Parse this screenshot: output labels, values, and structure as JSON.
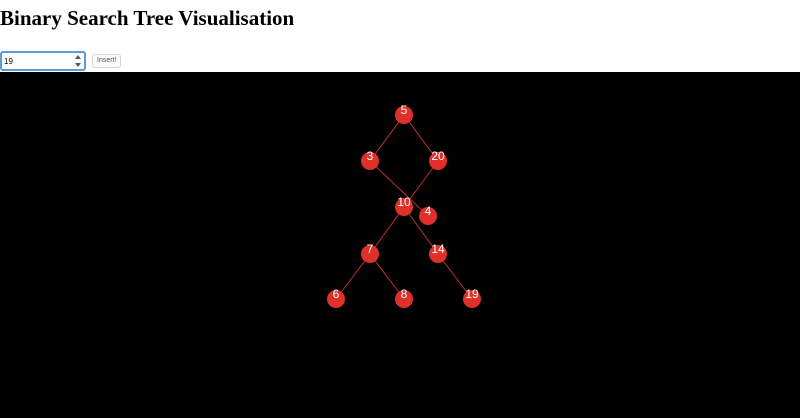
{
  "page": {
    "title": "Binary Search Tree Visualisation"
  },
  "controls": {
    "input_value": "19",
    "insert_label": "Insert!"
  },
  "tree": {
    "node_color": "#e0302a",
    "edge_color": "#c0302a",
    "background_color": "#000000",
    "nodes": [
      {
        "value": "5"
      },
      {
        "value": "3"
      },
      {
        "value": "20"
      },
      {
        "value": "10"
      },
      {
        "value": "4"
      },
      {
        "value": "7"
      },
      {
        "value": "14"
      },
      {
        "value": "6"
      },
      {
        "value": "8"
      },
      {
        "value": "19"
      }
    ],
    "edges": [
      [
        "5",
        "3"
      ],
      [
        "5",
        "20"
      ],
      [
        "3",
        "4"
      ],
      [
        "20",
        "10"
      ],
      [
        "10",
        "7"
      ],
      [
        "10",
        "14"
      ],
      [
        "7",
        "6"
      ],
      [
        "7",
        "8"
      ],
      [
        "14",
        "19"
      ]
    ]
  }
}
